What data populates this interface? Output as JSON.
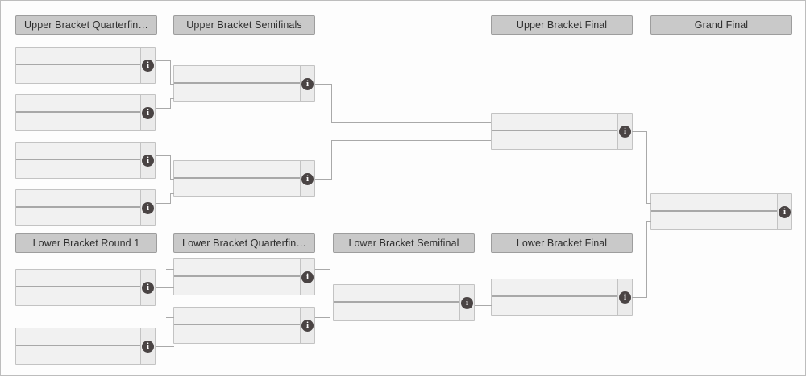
{
  "bracket": {
    "title": "Double Elimination Tournament Bracket",
    "colors": {
      "header_bg": "#c9c9c9",
      "header_border": "#9d9d9d",
      "match_bg": "#f1f1f1",
      "match_border": "#c3c3c3",
      "info_col_bg": "#ebebeb",
      "info_icon_bg": "#4a4444",
      "connector": "#a9a9a9",
      "page_bg": "#fdfdfd"
    },
    "info_icon_glyph": "i",
    "info_icon_name": "info-icon",
    "rounds": [
      {
        "id": "ubqf",
        "label": "Upper Bracket Quarterfin…",
        "full_label": "Upper Bracket Quarterfinals",
        "truncated": true
      },
      {
        "id": "ubsf",
        "label": "Upper Bracket Semifinals",
        "full_label": "Upper Bracket Semifinals",
        "truncated": false
      },
      {
        "id": "ubf",
        "label": "Upper Bracket Final",
        "full_label": "Upper Bracket Final",
        "truncated": false
      },
      {
        "id": "gf",
        "label": "Grand Final",
        "full_label": "Grand Final",
        "truncated": false
      },
      {
        "id": "lbr1",
        "label": "Lower Bracket Round 1",
        "full_label": "Lower Bracket Round 1",
        "truncated": false
      },
      {
        "id": "lbqf",
        "label": "Lower Bracket Quarterfin…",
        "full_label": "Lower Bracket Quarterfinals",
        "truncated": true
      },
      {
        "id": "lbsf",
        "label": "Lower Bracket Semifinal",
        "full_label": "Lower Bracket Semifinal",
        "truncated": false
      },
      {
        "id": "lbf",
        "label": "Lower Bracket Final",
        "full_label": "Lower Bracket Final",
        "truncated": false
      }
    ],
    "matches": [
      {
        "id": "ubqf1",
        "round": "ubqf",
        "top": "",
        "bottom": ""
      },
      {
        "id": "ubqf2",
        "round": "ubqf",
        "top": "",
        "bottom": ""
      },
      {
        "id": "ubqf3",
        "round": "ubqf",
        "top": "",
        "bottom": ""
      },
      {
        "id": "ubqf4",
        "round": "ubqf",
        "top": "",
        "bottom": ""
      },
      {
        "id": "ubsf1",
        "round": "ubsf",
        "top": "",
        "bottom": ""
      },
      {
        "id": "ubsf2",
        "round": "ubsf",
        "top": "",
        "bottom": ""
      },
      {
        "id": "ubf1",
        "round": "ubf",
        "top": "",
        "bottom": ""
      },
      {
        "id": "gf1",
        "round": "gf",
        "top": "",
        "bottom": ""
      },
      {
        "id": "lbr1m1",
        "round": "lbr1",
        "top": "",
        "bottom": ""
      },
      {
        "id": "lbr1m2",
        "round": "lbr1",
        "top": "",
        "bottom": ""
      },
      {
        "id": "lbqf1",
        "round": "lbqf",
        "top": "",
        "bottom": ""
      },
      {
        "id": "lbqf2",
        "round": "lbqf",
        "top": "",
        "bottom": ""
      },
      {
        "id": "lbsf1",
        "round": "lbsf",
        "top": "",
        "bottom": ""
      },
      {
        "id": "lbf1",
        "round": "lbf",
        "top": "",
        "bottom": ""
      }
    ]
  }
}
